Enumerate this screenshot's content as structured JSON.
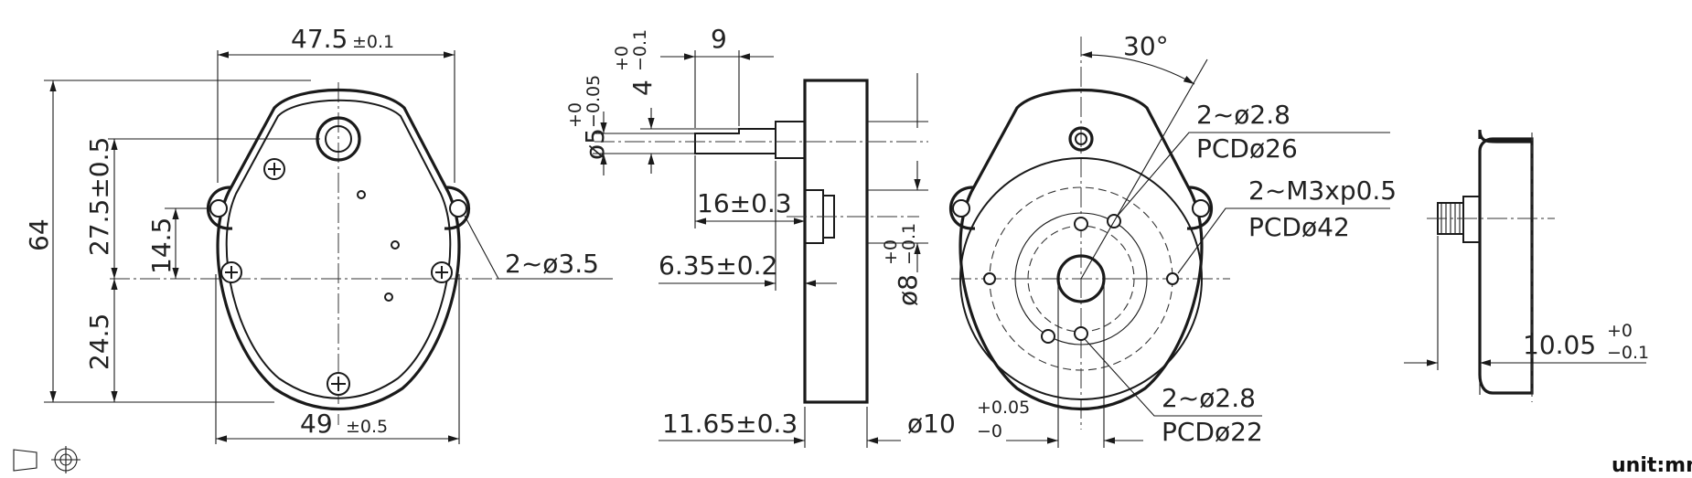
{
  "front_view": {
    "width_top": "47.5",
    "width_top_tol": "±0.1",
    "width_bottom": "49",
    "width_bottom_tol": "±0.5",
    "height_total": "64",
    "height_upper": "27.5±0.5",
    "height_mid": "14.5",
    "height_lower": "24.5",
    "mount_holes": "2~ø3.5"
  },
  "side_view": {
    "flat_length": "9",
    "flat_size": "4",
    "flat_tol_upper": "+0",
    "flat_tol_lower": "−0.1",
    "shaft_dia": "ø5",
    "shaft_tol_upper": "+0",
    "shaft_tol_lower": "−0.05",
    "shaft_length": "16±0.3",
    "boss_length": "6.35±0.2",
    "body_thickness": "11.65±0.3",
    "boss_dia": "ø8",
    "boss_tol_upper": "+0",
    "boss_tol_lower": "−0.1"
  },
  "rear_view": {
    "angle": "30°",
    "holes_a": "2~ø2.8",
    "pcd_a": "PCDø26",
    "holes_b": "2~M3xp0.5",
    "pcd_b": "PCDø42",
    "holes_c": "2~ø2.8",
    "pcd_c": "PCDø22",
    "hub_dia": "ø10",
    "hub_tol_upper": "+0.05",
    "hub_tol_lower": "−0"
  },
  "right_view": {
    "depth": "10.05",
    "depth_tol_upper": "+0",
    "depth_tol_lower": "−0.1"
  },
  "unit_label": "unit:mm"
}
